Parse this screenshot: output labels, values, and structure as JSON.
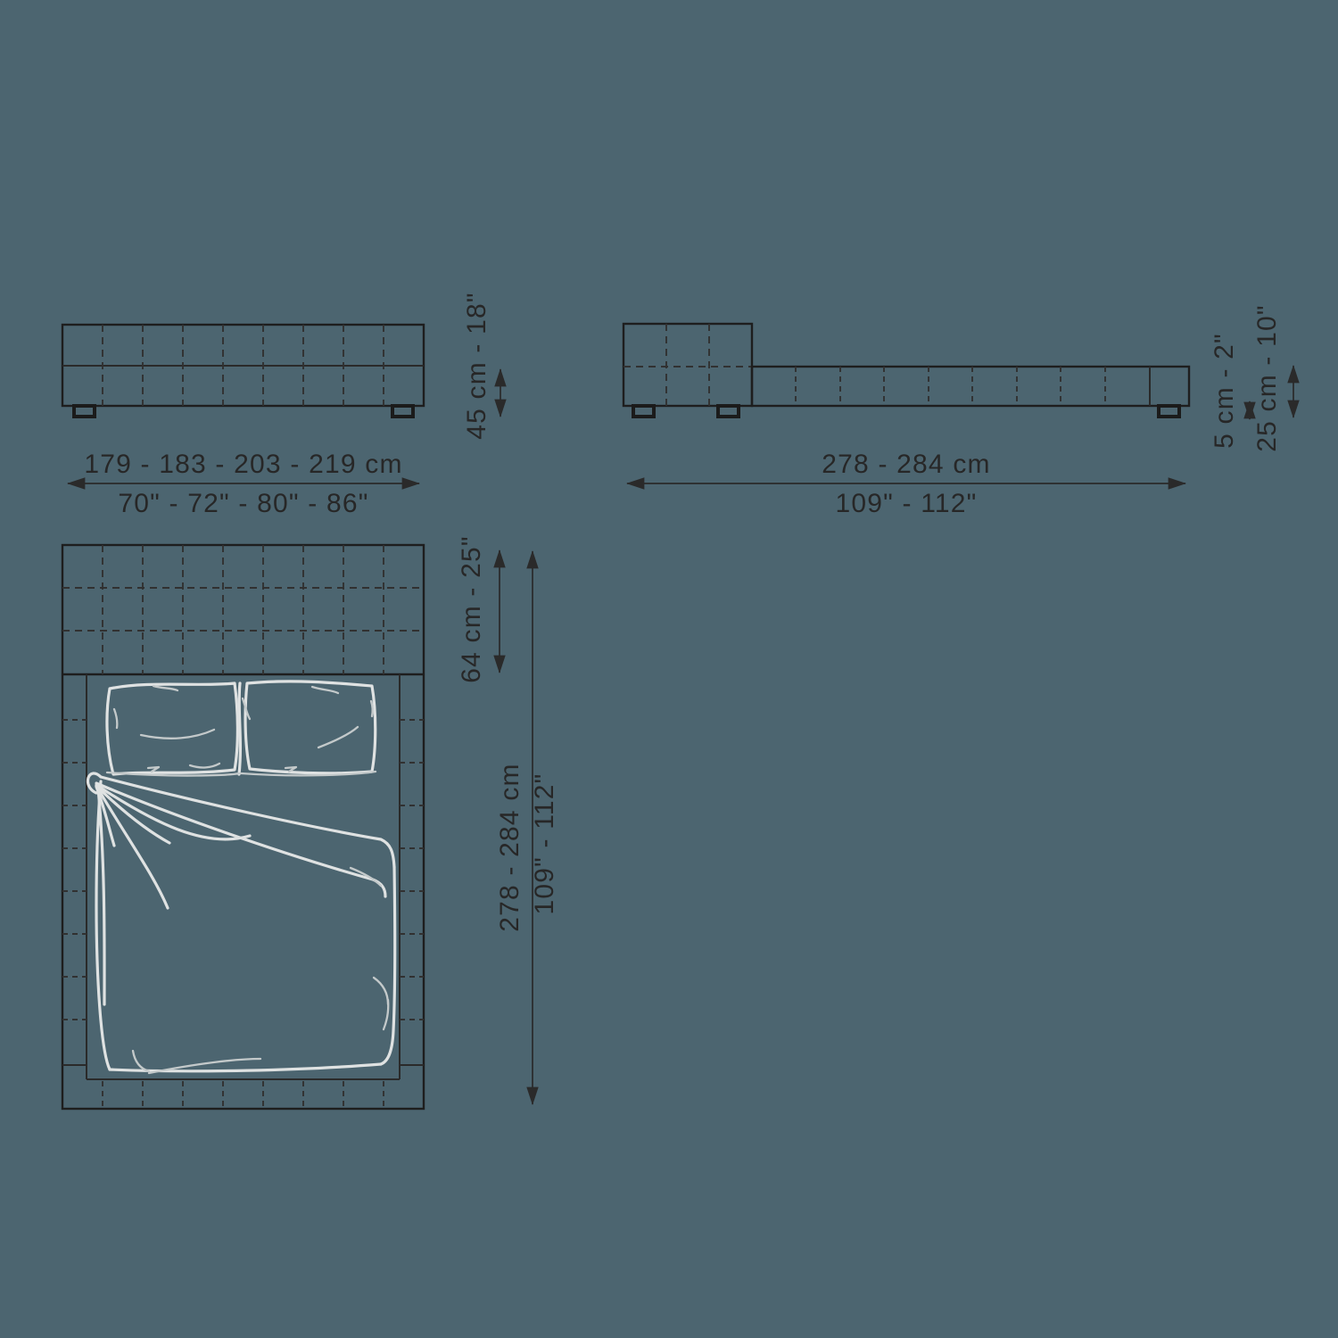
{
  "drawing_title": "bed-technical-dimension-drawing",
  "colors": {
    "background": "#4c6570",
    "line": "#1e1e1e",
    "dashed_line": "#313131",
    "text": "#272727",
    "linen_sketch": "#dfe2e2"
  },
  "front_view": {
    "width_cm": "179 - 183 - 203 - 219 cm",
    "width_inches": "70\" - 72\" - 80\" - 86\"",
    "height": "45 cm - 18\""
  },
  "side_view": {
    "length_cm": "278 - 284 cm",
    "length_inches": "109\" - 112\"",
    "feet_height": "5 cm - 2\"",
    "base_height": "25 cm - 10\""
  },
  "plan_view": {
    "headboard_depth": "64 cm - 25\"",
    "length_cm": "278 - 284 cm",
    "length_inches": "109\" - 112\""
  }
}
